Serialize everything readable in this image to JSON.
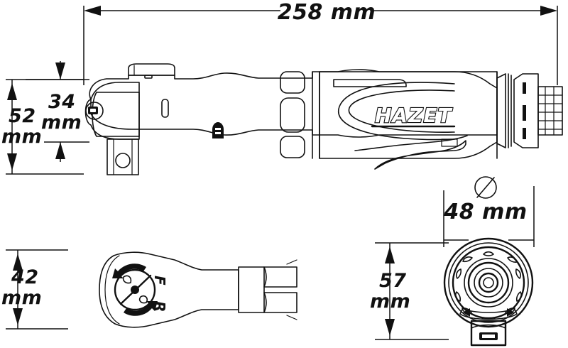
{
  "drawing": {
    "title": "HAZET air ratchet dimensional drawing",
    "units": "mm",
    "brand": "HAZET",
    "line_color": "#111111",
    "background": "#ffffff"
  },
  "dimensions": {
    "overall_length": {
      "id": "dim-258",
      "value": "258 mm",
      "number": 258,
      "orientation": "horizontal",
      "view": "side"
    },
    "head_total_height": {
      "id": "dim-52",
      "value": "52",
      "unit": "mm",
      "number": 52,
      "orientation": "vertical",
      "view": "side"
    },
    "head_height": {
      "id": "dim-34",
      "value": "34",
      "unit": "mm",
      "number": 34,
      "orientation": "vertical",
      "view": "side"
    },
    "body_width": {
      "id": "dim-42",
      "value": "42",
      "unit": "mm",
      "number": 42,
      "orientation": "vertical",
      "view": "top"
    },
    "housing_diameter": {
      "id": "dim-48",
      "value": "48 mm",
      "number": 48,
      "symbol": "diameter",
      "orientation": "horizontal",
      "view": "front"
    },
    "front_height": {
      "id": "dim-57",
      "value": "57",
      "unit": "mm",
      "number": 57,
      "orientation": "vertical",
      "view": "front"
    }
  },
  "labels": {
    "dim_258": "258 mm",
    "dim_52_num": "52",
    "dim_52_unit": "mm",
    "dim_34_num": "34",
    "dim_34_unit": "mm",
    "dim_42_num": "42",
    "dim_42_unit": "mm",
    "dim_48": "48 mm",
    "dim_57_num": "57",
    "dim_57_unit": "mm",
    "diameter_symbol": "Ø",
    "logo": "HAZET",
    "selector_forward": "F",
    "selector_reverse": "R"
  },
  "views": {
    "side": {
      "name": "side-view",
      "caption": ""
    },
    "top": {
      "name": "top-view",
      "caption": ""
    },
    "front": {
      "name": "front-view",
      "caption": ""
    }
  }
}
